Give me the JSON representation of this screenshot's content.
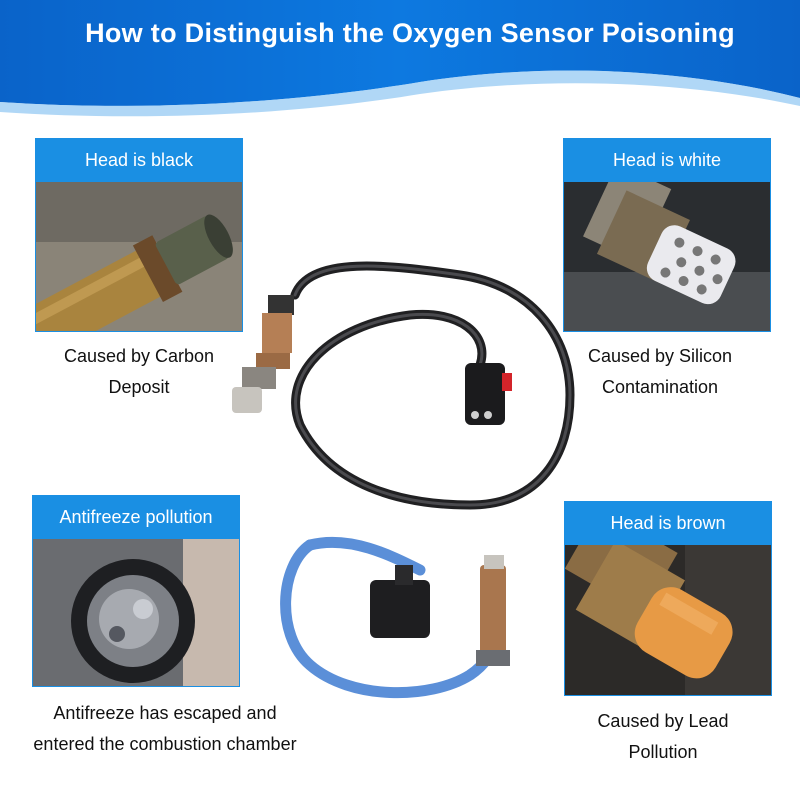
{
  "title": "How to Distinguish the Oxygen Sensor Poisoning",
  "colors": {
    "banner": "#0d6fd6",
    "label": "#1a8fe3"
  },
  "cards": {
    "black": {
      "label": "Head is black",
      "cause": [
        "Caused by Carbon",
        "Deposit"
      ]
    },
    "white": {
      "label": "Head is white",
      "cause": [
        "Caused by Silicon",
        "Contamination"
      ]
    },
    "antifreeze": {
      "label": "Antifreeze pollution",
      "cause": [
        "Antifreeze has escaped and",
        "entered the combustion chamber"
      ]
    },
    "brown": {
      "label": "Head is brown",
      "cause": [
        "Caused by Lead",
        "Pollution"
      ]
    }
  }
}
